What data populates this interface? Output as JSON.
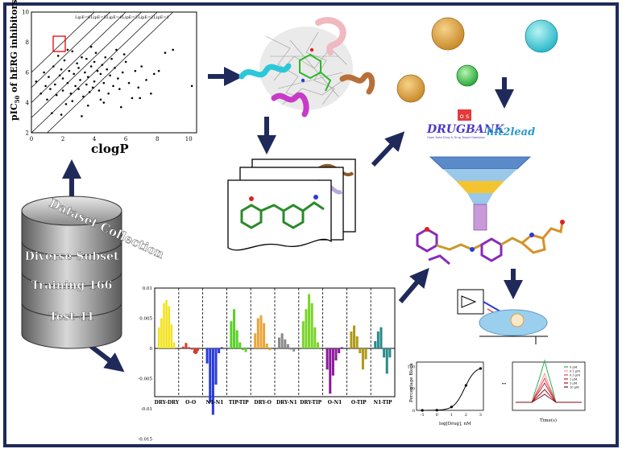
{
  "scatter": {
    "ylabel": "pIC",
    "ylabel_sub": "50",
    "ylabel_rest": " of hERG inhibitors",
    "xlabel": "clogP",
    "x_ticks": [
      "0",
      "2",
      "4",
      "6",
      "8",
      "10"
    ],
    "y_ticks": [
      "2",
      "4",
      "6",
      "8",
      "10"
    ],
    "lipe_labels": [
      "LipE=6",
      "LipE=5",
      "LipE=4",
      "LipE=3",
      "LipE=2",
      "LipE=1"
    ],
    "points": [
      [
        0.3,
        5.4
      ],
      [
        0.6,
        4.6
      ],
      [
        0.8,
        6.0
      ],
      [
        0.9,
        5.1
      ],
      [
        1.0,
        4.2
      ],
      [
        1.1,
        5.7
      ],
      [
        1.2,
        4.9
      ],
      [
        1.3,
        3.3
      ],
      [
        1.4,
        6.4
      ],
      [
        1.5,
        5.2
      ],
      [
        1.6,
        4.5
      ],
      [
        1.7,
        7.1
      ],
      [
        1.8,
        5.8
      ],
      [
        1.9,
        6.2
      ],
      [
        2.0,
        4.8
      ],
      [
        2.0,
        5.6
      ],
      [
        2.1,
        6.8
      ],
      [
        2.2,
        3.9
      ],
      [
        2.3,
        5.3
      ],
      [
        2.4,
        6.1
      ],
      [
        2.5,
        4.6
      ],
      [
        2.6,
        7.4
      ],
      [
        2.7,
        5.9
      ],
      [
        2.8,
        5.1
      ],
      [
        2.9,
        6.6
      ],
      [
        3.0,
        4.9
      ],
      [
        3.0,
        6.3
      ],
      [
        3.1,
        5.5
      ],
      [
        3.2,
        7.0
      ],
      [
        3.3,
        4.4
      ],
      [
        3.4,
        6.0
      ],
      [
        3.5,
        5.2
      ],
      [
        3.5,
        6.9
      ],
      [
        3.6,
        5.7
      ],
      [
        3.7,
        4.7
      ],
      [
        3.8,
        6.4
      ],
      [
        3.9,
        5.0
      ],
      [
        4.0,
        6.7
      ],
      [
        4.0,
        5.4
      ],
      [
        4.1,
        7.3
      ],
      [
        4.2,
        6.1
      ],
      [
        4.3,
        4.8
      ],
      [
        4.4,
        5.9
      ],
      [
        4.5,
        6.5
      ],
      [
        4.6,
        5.3
      ],
      [
        4.7,
        7.0
      ],
      [
        4.8,
        6.2
      ],
      [
        4.9,
        4.6
      ],
      [
        5.0,
        5.8
      ],
      [
        5.1,
        6.9
      ],
      [
        5.2,
        5.1
      ],
      [
        5.3,
        6.3
      ],
      [
        5.4,
        7.5
      ],
      [
        5.5,
        5.6
      ],
      [
        5.6,
        4.9
      ],
      [
        5.8,
        6.0
      ],
      [
        6.0,
        6.7
      ],
      [
        6.2,
        5.3
      ],
      [
        6.4,
        4.3
      ],
      [
        6.6,
        6.1
      ],
      [
        6.8,
        5.0
      ],
      [
        7.0,
        6.4
      ],
      [
        7.3,
        5.5
      ],
      [
        7.6,
        4.6
      ],
      [
        8.1,
        6.1
      ],
      [
        8.5,
        7.3
      ],
      [
        9.0,
        7.5
      ],
      [
        10.2,
        5.1
      ],
      [
        3.6,
        3.8
      ],
      [
        2.6,
        4.1
      ],
      [
        1.9,
        3.2
      ],
      [
        4.4,
        4.2
      ],
      [
        5.7,
        3.7
      ],
      [
        6.9,
        4.3
      ],
      [
        3.2,
        3.1
      ],
      [
        2.3,
        7.5
      ],
      [
        3.8,
        7.7
      ],
      [
        4.6,
        4.0
      ],
      [
        5.9,
        7.2
      ],
      [
        7.8,
        5.9
      ]
    ]
  },
  "dataset_labels": [
    "Dataset Collection",
    "Diverse Subset",
    "Training 166",
    "Test 41"
  ],
  "databases": [
    "DRUGBANK",
    "hit2lead"
  ],
  "database_subtitle": "Open Data Drug & Drug Target Database",
  "bar_chart": {
    "y_ticks": [
      "0.01",
      "0.005",
      "0",
      "-0.005",
      "-0.01",
      "-0.015"
    ],
    "categories": [
      "DRY-DRY",
      "O-O",
      "N1-N1",
      "TIP-TIP",
      "DRY-O",
      "DRY-N1",
      "DRY-TIP",
      "O-N1",
      "O-TIP",
      "N1-TIP"
    ],
    "colors": [
      "#f2e21a",
      "#d93a2a",
      "#2a3ad9",
      "#5ad02a",
      "#e9a53a",
      "#8a8a8a",
      "#7ad42a",
      "#8a1a9a",
      "#b09a1a",
      "#2a8a8a"
    ]
  },
  "sigmoid": {
    "ylabel": "Percentage Block",
    "xlabel": "log[Drug], nM",
    "x_ticks": [
      "-1",
      "0",
      "1",
      "2",
      "3"
    ],
    "y_ticks": [
      "0",
      "50",
      "100"
    ]
  },
  "trace": {
    "xlabel": "Time(s)",
    "ylabel": "I",
    "legend": [
      "0 μM",
      "0.1 μM",
      "0.3 μM",
      "1 μM",
      "3 μM",
      "10 μM"
    ],
    "legend_colors": [
      "#2bb24c",
      "#f59aa6",
      "#e04a5a",
      "#c81c2c",
      "#a01020",
      "#7a0a18"
    ]
  }
}
